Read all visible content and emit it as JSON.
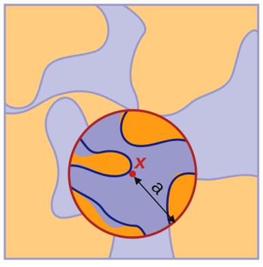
{
  "diagram": {
    "center_label": "x",
    "radius_label": "a"
  },
  "colors": {
    "outer_background": "#FFCC80",
    "outer_phase": "#C2C2E2",
    "outer_border": "#9999CC",
    "inner_background": "#FF9C13",
    "inner_phase": "#9999CC",
    "inner_boundary": "#1A1F7A",
    "circle_stroke": "#B02424",
    "center_point": "#CC2020",
    "label_color": "#CC1F1F",
    "arrow_color": "#111111"
  },
  "icons": {
    "center_point": "filled-dot",
    "radius_arrow": "double-headed-arrow"
  }
}
